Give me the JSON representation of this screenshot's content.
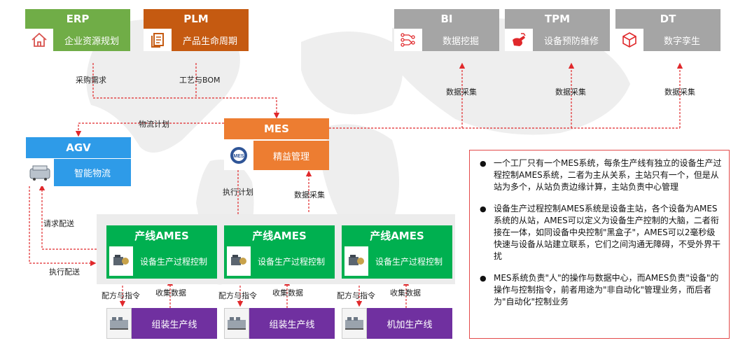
{
  "top": {
    "erp": {
      "title": "ERP",
      "text": "企业资源规划",
      "color": "#70ad47",
      "icon": "house-icon"
    },
    "plm": {
      "title": "PLM",
      "text": "产品生命周期",
      "color": "#c55a11",
      "icon": "document-stack-icon"
    },
    "bi": {
      "title": "BI",
      "text": "数据挖掘",
      "color": "#a5a5a5",
      "icon": "network-icon"
    },
    "tpm": {
      "title": "TPM",
      "text": "设备预防维修",
      "color": "#a5a5a5",
      "icon": "repair-hand-icon"
    },
    "dt": {
      "title": "DT",
      "text": "数字孪生",
      "color": "#a5a5a5",
      "icon": "cube-icon"
    }
  },
  "mes": {
    "title": "MES",
    "text": "精益管理",
    "color": "#ed7d31",
    "icon": "mes-gear-icon"
  },
  "agv": {
    "title": "AGV",
    "text": "智能物流",
    "color": "#2e9be8",
    "icon": "agv-robot-icon"
  },
  "ames": [
    {
      "title": "产线AMES",
      "text": "设备生产过程控制"
    },
    {
      "title": "产线AMES",
      "text": "设备生产过程控制"
    },
    {
      "title": "产线AMES",
      "text": "设备生产过程控制"
    }
  ],
  "lines": [
    {
      "text": "组装生产线"
    },
    {
      "text": "组装生产线"
    },
    {
      "text": "机加生产线"
    }
  ],
  "labels": {
    "purchase": "采购需求",
    "bom": "工艺与BOM",
    "logistics": "物流计划",
    "collect_bi": "数据采集",
    "collect_tpm": "数据采集",
    "collect_dt": "数据采集",
    "exec_plan": "执行计划",
    "collect_mes": "数据采集",
    "request_dispatch": "请求配送",
    "exec_dispatch": "执行配送",
    "recipe1": "配方与指令",
    "collect1": "收集数据",
    "recipe2": "配方与指令",
    "collect2": "收集数据",
    "recipe3": "配方与指令",
    "collect3": "收集数据"
  },
  "notes": [
    "一个工厂只有一个MES系统，每条生产线有独立的设备生产过程控制AMES系统，二者为主从关系，主站只有一个，但是从站为多个，从站负责边缘计算，主站负责中心管理",
    "设备生产过程控制AMES系统是设备主站，各个设备为AMES系统的从站，AMES可以定义为设备生产控制的大脑，二者衔接在一体，如同设备中央控制\"黑盒子\"，AMES可以2毫秒级快速与设备从站建立联系，它们之间沟通无障碍，不受外界干扰",
    "MES系统负责\"人\"的操作与数据中心，而AMES负责\"设备\"的操作与控制指令，前者用途为\"非自动化\"管理业务，而后者为\"自动化\"控制业务"
  ],
  "colors": {
    "ames": "#00b050",
    "line": "#7030a0",
    "arrow": "#e0282b",
    "panel": "#ececec"
  }
}
